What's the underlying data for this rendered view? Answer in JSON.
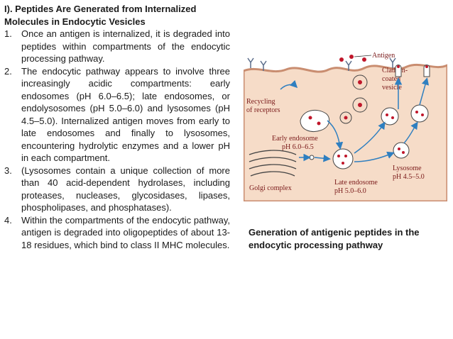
{
  "slide": {
    "heading": "I). Peptides Are Generated from Internalized Molecules in Endocytic Vesicles",
    "items": [
      {
        "num": "1.",
        "text": "Once an antigen is internalized, it is degraded into peptides within compartments of the endocytic processing pathway."
      },
      {
        "num": "2.",
        "text": "The endocytic pathway appears to involve three increasingly acidic compartments: early endosomes (pH 6.0–6.5); late endosomes, or endolysosomes (pH 5.0–6.0) and lysosomes (pH 4.5–5.0). Internalized antigen moves from early to late endosomes and finally to lysosomes, encountering hydrolytic enzymes and a lower pH in each compartment."
      },
      {
        "num": "3.",
        "text": "(Lysosomes contain a unique collection of more than 40 acid-dependent hydrolases, including proteases, nucleases, glycosidases, lipases, phospholipases, and phosphatases)."
      },
      {
        "num": "4.",
        "text": "Within the compartments of the endocytic pathway, antigen is degraded into oligopeptides of about 13-18 residues, which bind to class II MHC molecules."
      }
    ],
    "caption": "Generation of antigenic peptides in the endocytic processing pathway"
  },
  "figure": {
    "label_antigen": "Antigen",
    "label_clathrin_1": "Clathrin-",
    "label_clathrin_2": "coated",
    "label_clathrin_3": "vesicle",
    "label_recycling_1": "Recycling",
    "label_recycling_2": "of receptors",
    "label_early_1": "Early endosome",
    "label_early_2": "pH 6.0–6.5",
    "label_golgi": "Golgi complex",
    "label_late_1": "Late endosome",
    "label_late_2": "pH 5.0–6.0",
    "label_lyso_1": "Lysosome",
    "label_lyso_2": "pH 4.5–5.0",
    "colors": {
      "cell": "#f6dcc8",
      "membrane": "#c98d70",
      "antigen": "#c0162a",
      "arrow": "#2f7fc0"
    }
  }
}
